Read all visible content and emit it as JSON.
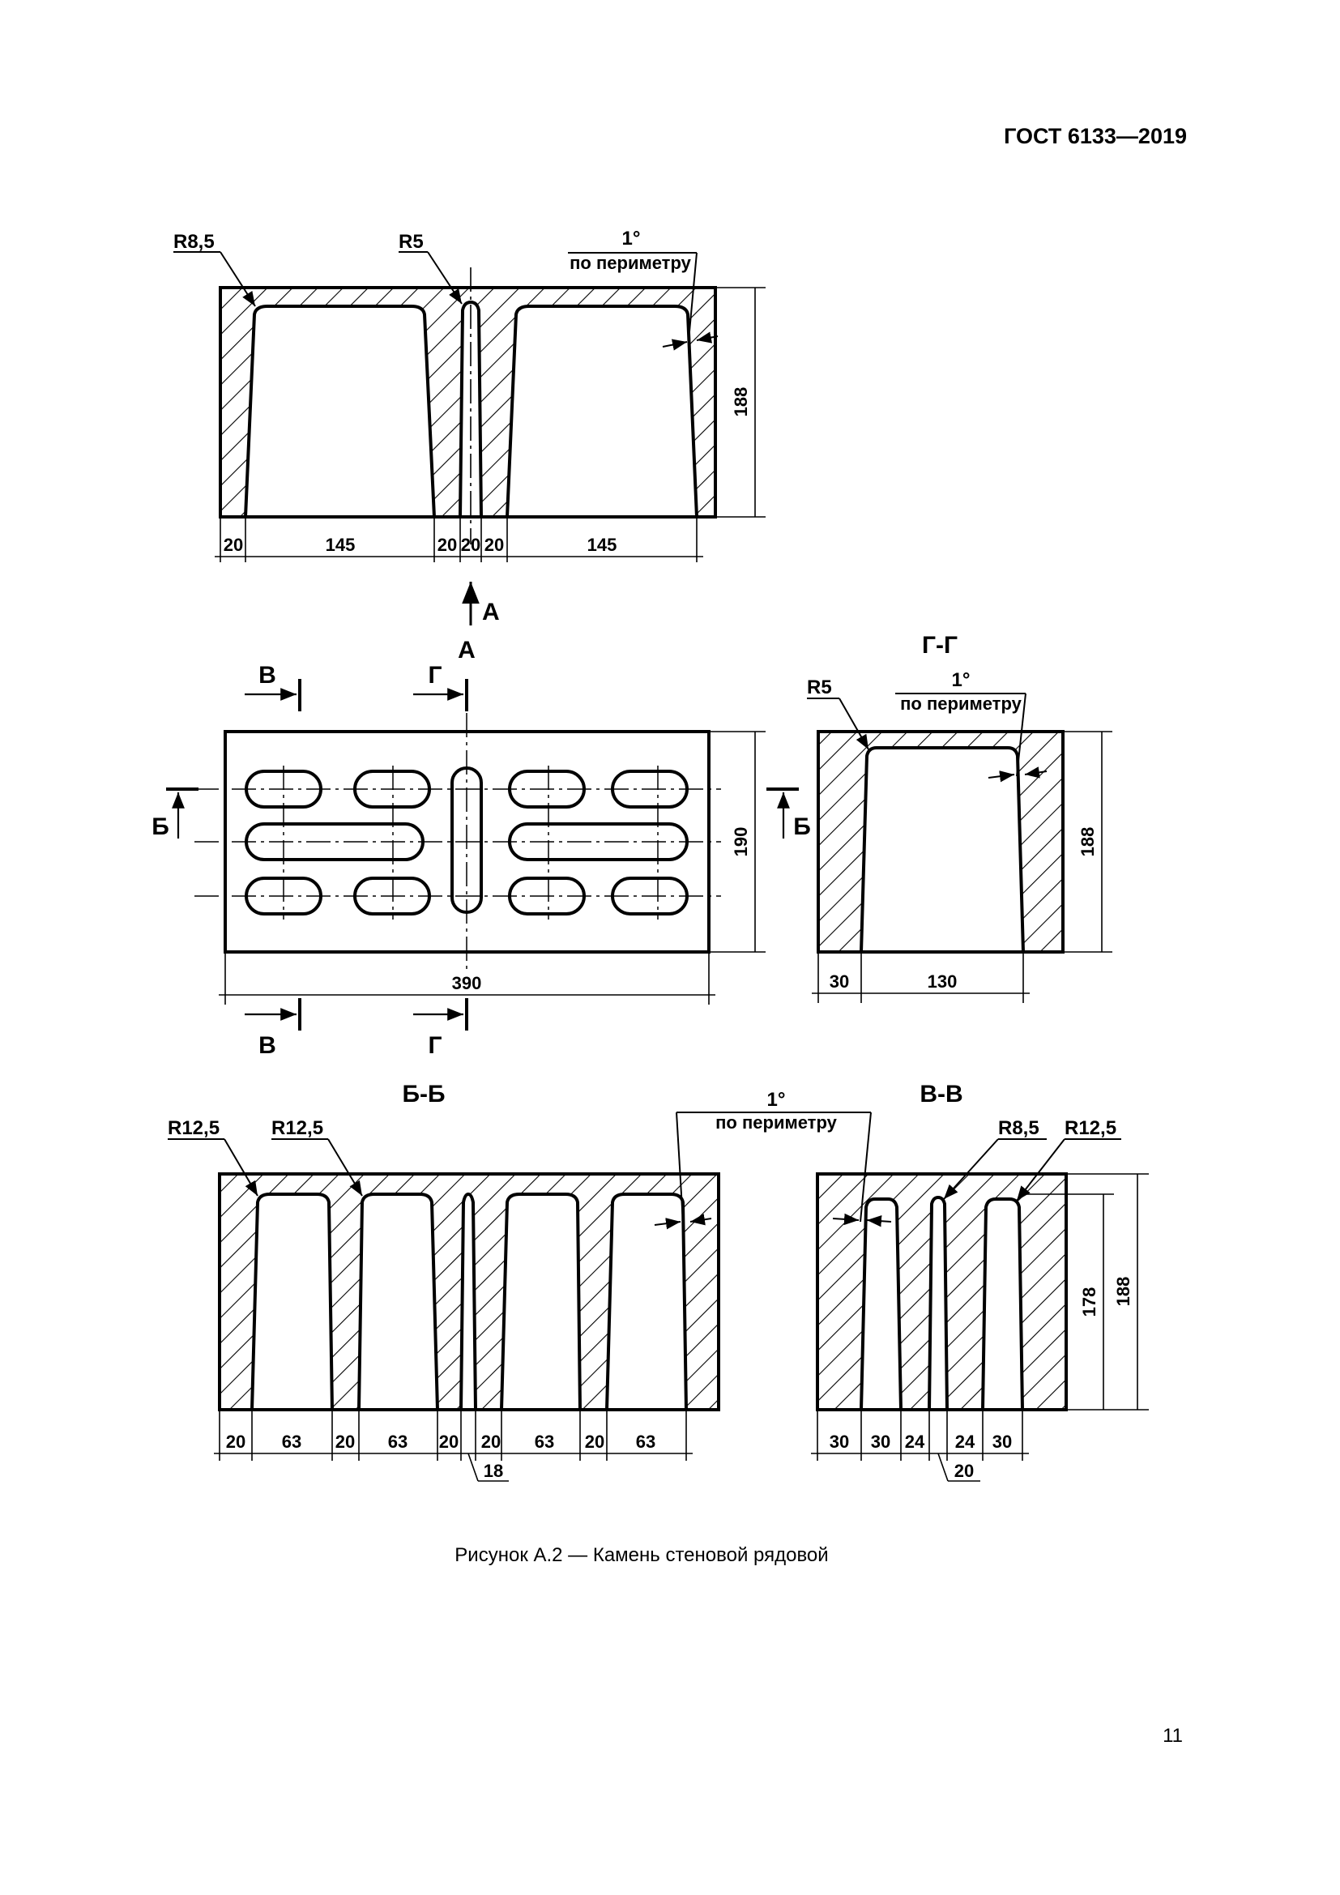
{
  "header": {
    "standard": "ГОСТ 6133—2019"
  },
  "caption": "Рисунок А.2 — Камень стеновой рядовой",
  "page_number": "11",
  "top_view": {
    "radius_left": "R8,5",
    "radius_mid": "R5",
    "angle": "1°",
    "angle_note": "по периметру",
    "height": "188",
    "dims": [
      "20",
      "145",
      "20",
      "20",
      "20",
      "145"
    ],
    "view_arrow_label": "А"
  },
  "plan_view": {
    "title": "А",
    "cut_v": "В",
    "cut_g": "Г",
    "cut_b": "Б",
    "width": "390",
    "height": "190"
  },
  "section_gg": {
    "title": "Г-Г",
    "radius": "R5",
    "angle": "1°",
    "angle_note": "по периметру",
    "height": "188",
    "dims": [
      "30",
      "130"
    ]
  },
  "section_bb": {
    "title": "Б-Б",
    "radius_1": "R12,5",
    "radius_2": "R12,5",
    "angle": "1°",
    "angle_note": "по периметру",
    "dims": [
      "20",
      "63",
      "20",
      "63",
      "20",
      "20",
      "63",
      "20",
      "63"
    ],
    "slot": "18"
  },
  "section_vv": {
    "title": "В-В",
    "radius_1": "R8,5",
    "radius_2": "R12,5",
    "height_inner": "178",
    "height": "188",
    "dims": [
      "30",
      "30",
      "24",
      "24",
      "30"
    ],
    "slot": "20"
  }
}
